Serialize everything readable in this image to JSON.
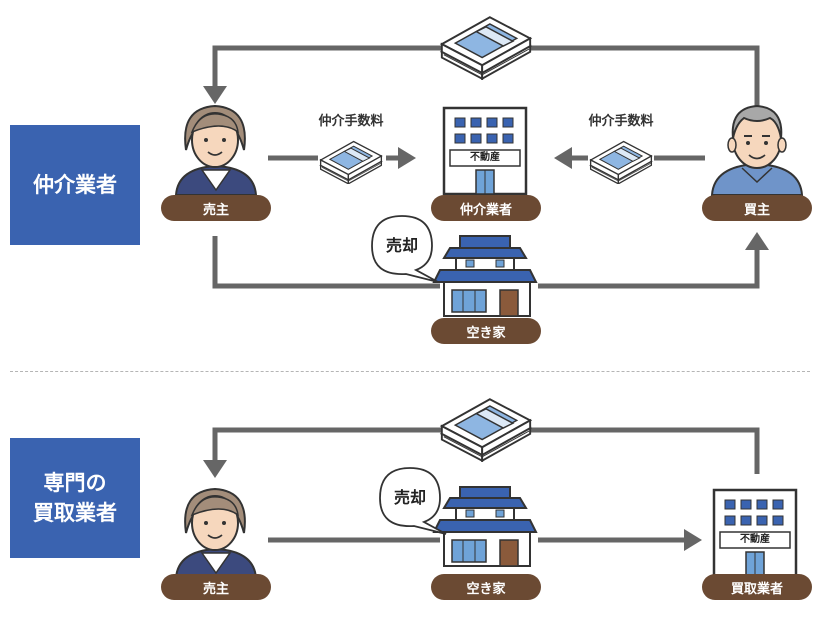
{
  "top_section": {
    "label": "仲介業者",
    "seller_label": "売主",
    "agent_label": "仲介業者",
    "buyer_label": "買主",
    "house_label": "空き家",
    "fee_left": "仲介手数料",
    "fee_right": "仲介手数料",
    "sale_bubble": "売却",
    "sign_text": "不動産"
  },
  "bottom_section": {
    "label": "専門の\n買取業者",
    "seller_label": "売主",
    "house_label": "空き家",
    "buyer_label": "買取業者",
    "sale_bubble": "売却",
    "sign_text": "不動産"
  },
  "colors": {
    "label_bg": "#3a63b0",
    "pill_bg": "#6b4a33",
    "arrow": "#666666"
  }
}
